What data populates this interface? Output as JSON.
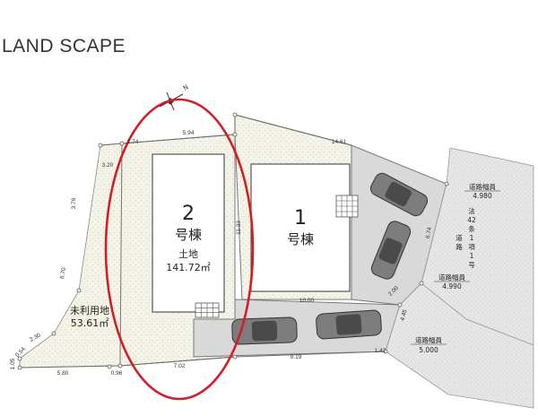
{
  "title": "LAND SCAPE",
  "house2": {
    "num": "2",
    "suffix": "号棟",
    "land_label": "土地",
    "land_area": "141.72㎡"
  },
  "house1": {
    "num": "1",
    "suffix": "号棟"
  },
  "unused_land": {
    "label": "未利用地",
    "area": "53.61㎡"
  },
  "roads": {
    "width_label_1": "道路幅員",
    "width_value_1": "4.980",
    "art42_line1": "法",
    "art42_line2": "42",
    "art42_line3": "条",
    "art42_line4": "1",
    "art42_line5": "項",
    "art42_line6": "1",
    "art42_line7": "号",
    "art42_col2_a": "道",
    "art42_col2_b": "路",
    "width_label_2": "道路幅員",
    "width_value_2": "4.990",
    "width_label_3": "道路幅員",
    "width_value_3": "5.000"
  },
  "dimensions": {
    "d_594": "5.94",
    "d_1461": "14.61",
    "d_174": "1.74",
    "d_320": "3.20",
    "d_376": "3.76",
    "d_670": "6.70",
    "d_1133": "11.33",
    "d_674": "6.74",
    "d_1000": "10.00",
    "d_200": "2.00",
    "d_445": "4.45",
    "d_054": "0.54",
    "d_230": "2.30",
    "d_105": "1.05",
    "d_580": "5.80",
    "d_096": "0.96",
    "d_702": "7.02",
    "d_919": "9.19",
    "d_142": "1.42"
  },
  "compass": {
    "north_label": "N"
  },
  "colors": {
    "highlight": "#d21f26",
    "parking": "#d7d7d7",
    "lawn": "#f3f2e6",
    "road": "#e2e2e2",
    "outline": "#7a7a7a"
  }
}
